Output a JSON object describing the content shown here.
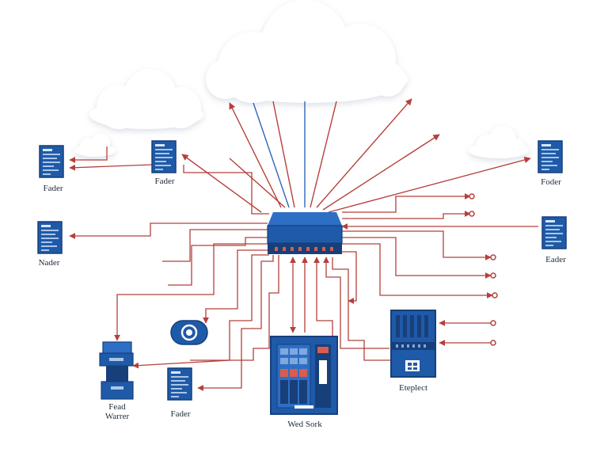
{
  "colors": {
    "line_red": "#b5403c",
    "line_blue": "#2f66b8",
    "device_blue": "#1f5aa8",
    "device_dark": "#173f7a",
    "cloud_fill": "#ffffff",
    "cloud_shadow": "#e3e7ee"
  },
  "nodes": {
    "file_top_left": {
      "label": "Fader",
      "icon": "document-icon"
    },
    "file_top_center": {
      "label": "Fader",
      "icon": "document-icon"
    },
    "file_top_right": {
      "label": "Foder",
      "icon": "document-icon"
    },
    "file_mid_left": {
      "label": "Nader",
      "icon": "document-icon"
    },
    "file_mid_right": {
      "label": "Eader",
      "icon": "document-icon"
    },
    "file_bottom": {
      "label": "Fader",
      "icon": "document-icon"
    },
    "router": {
      "label": "Fead\nWarrer",
      "icon": "router-icon"
    },
    "web_server": {
      "label": "Wed Sork",
      "icon": "server-rack-icon"
    },
    "firewall": {
      "label": "Eteplect",
      "icon": "firewall-icon"
    },
    "hub": {
      "label": "",
      "icon": "network-hub-icon"
    },
    "switch": {
      "label": "",
      "icon": "switch-icon"
    }
  }
}
